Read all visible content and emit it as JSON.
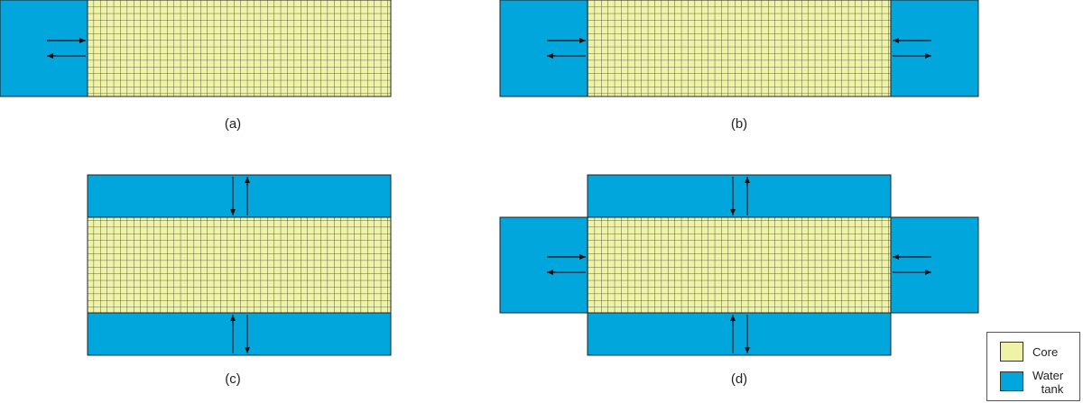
{
  "colors": {
    "core_fill": "#eef3a8",
    "core_grid": "#3a3a2a",
    "water_fill": "#00a6dc",
    "stroke": "#222222"
  },
  "panels": [
    {
      "label": "(a)",
      "tanks": [
        "left"
      ]
    },
    {
      "label": "(b)",
      "tanks": [
        "left",
        "right"
      ]
    },
    {
      "label": "(c)",
      "tanks": [
        "top",
        "bottom"
      ]
    },
    {
      "label": "(d)",
      "tanks": [
        "left",
        "right",
        "top",
        "bottom"
      ]
    }
  ],
  "legend": {
    "items": [
      {
        "label": "Core",
        "color": "#eef3a8"
      },
      {
        "label": "Water\ntank",
        "color": "#00a6dc"
      }
    ]
  }
}
